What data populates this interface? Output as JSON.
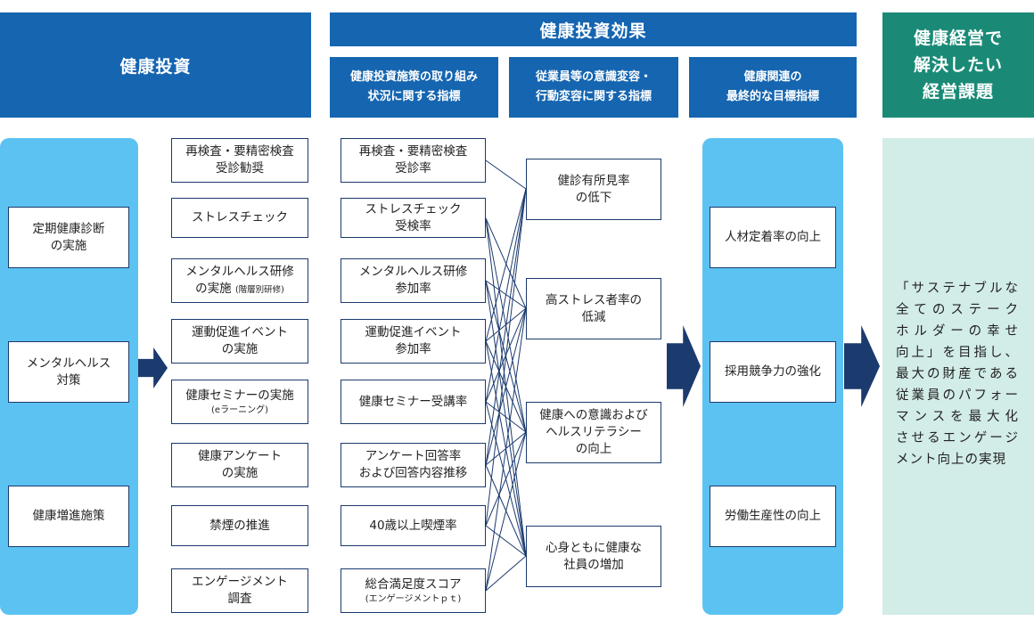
{
  "header": {
    "investment": "健康投資",
    "effect": "健康投資効果",
    "effect_sub1": [
      "健康投資施策の取り組み",
      "状況に関する指標"
    ],
    "effect_sub2": [
      "従業員等の意識変容・",
      "行動変容に関する指標"
    ],
    "effect_sub3": [
      "健康関連の",
      "最終的な目標指標"
    ],
    "issue": [
      "健康経営で",
      "解決したい",
      "経営課題"
    ]
  },
  "investment_items": [
    [
      "定期健康診断",
      "の実施"
    ],
    [
      "メンタルヘルス",
      "対策"
    ],
    [
      "健康増進施策"
    ]
  ],
  "initiatives": [
    {
      "lines": [
        "再検査・要精密検査",
        "受診勧奨"
      ],
      "sub": ""
    },
    {
      "lines": [
        "ストレスチェック"
      ],
      "sub": ""
    },
    {
      "lines": [
        "メンタルヘルス研修"
      ],
      "inline": "の実施",
      "sub": "(階層別研修)"
    },
    {
      "lines": [
        "運動促進イベント",
        "の実施"
      ],
      "sub": ""
    },
    {
      "lines": [
        "健康セミナーの実施"
      ],
      "sub": "(eラーニング)"
    },
    {
      "lines": [
        "健康アンケート",
        "の実施"
      ],
      "sub": ""
    },
    {
      "lines": [
        "禁煙の推進"
      ],
      "sub": ""
    },
    {
      "lines": [
        "エンゲージメント",
        "調査"
      ],
      "sub": ""
    }
  ],
  "indicators": [
    {
      "lines": [
        "再検査・要精密検査",
        "受診率"
      ],
      "sub": ""
    },
    {
      "lines": [
        "ストレスチェック",
        "受検率"
      ],
      "sub": ""
    },
    {
      "lines": [
        "メンタルヘルス研修",
        "参加率"
      ],
      "sub": ""
    },
    {
      "lines": [
        "運動促進イベント",
        "参加率"
      ],
      "sub": ""
    },
    {
      "lines": [
        "健康セミナー受講率"
      ],
      "sub": ""
    },
    {
      "lines": [
        "アンケート回答率",
        "および回答内容推移"
      ],
      "sub": ""
    },
    {
      "lines": [
        "40歳以上喫煙率"
      ],
      "sub": ""
    },
    {
      "lines": [
        "総合満足度スコア"
      ],
      "sub": "(エンゲージメントｐｔ)"
    }
  ],
  "awareness": [
    [
      "健診有所見率",
      "の低下"
    ],
    [
      "高ストレス者率の",
      "低減"
    ],
    [
      "健康への意識および",
      "ヘルスリテラシー",
      "の向上"
    ],
    [
      "心身ともに健康な",
      "社員の増加"
    ]
  ],
  "final_goals": [
    "人材定着率の向上",
    "採用競争力の強化",
    "労働生産性の向上"
  ],
  "management_issue": [
    "「サステナブルな",
    "全てのステーク",
    "ホルダーの幸せ",
    "向上」を目指し、",
    "最大の財産である",
    "従業員のパフォー",
    "マンスを最大化",
    "させるエンゲージ",
    "メント向上の実現"
  ],
  "colors": {
    "header_blue": "#1565b0",
    "header_teal": "#1a8a76",
    "panel_light_blue": "#5cc2f2",
    "panel_mint": "#d2ece8",
    "arrow_navy": "#1b3a6e"
  }
}
